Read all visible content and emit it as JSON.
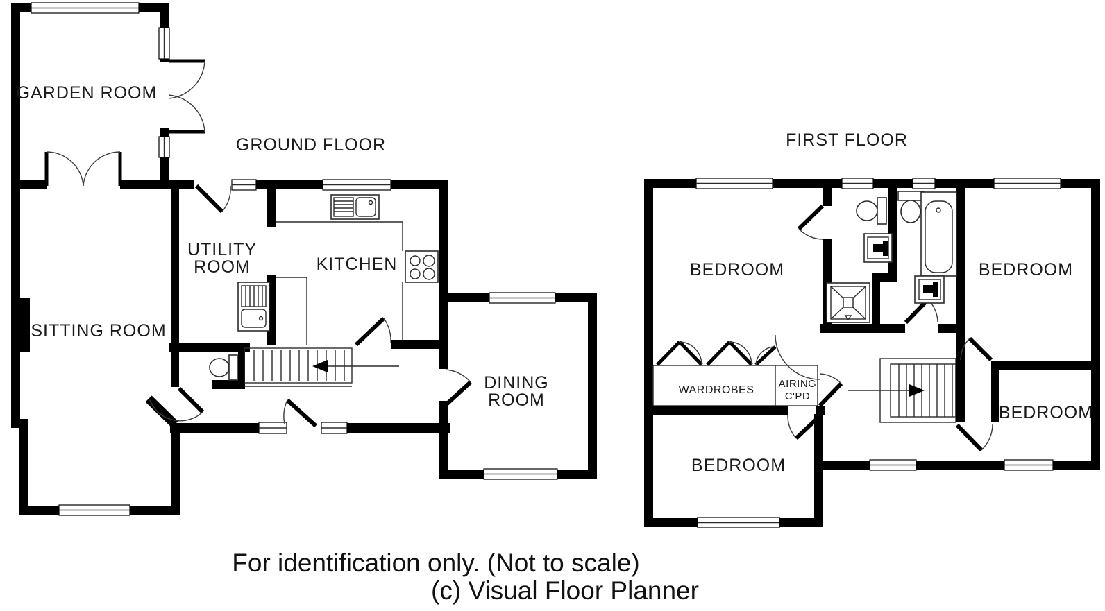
{
  "page_title": "Floor Plan",
  "colors": {
    "wall": "#000000",
    "thin_line": "#2b2b2b",
    "text": "#1a1a1a",
    "background": "#ffffff"
  },
  "ground_floor": {
    "title": "GROUND FLOOR",
    "rooms": {
      "garden_room": "GARDEN ROOM",
      "sitting_room": "SITTING ROOM",
      "utility_room": {
        "line1": "UTILITY",
        "line2": "ROOM"
      },
      "kitchen": "KITCHEN",
      "dining_room": {
        "line1": "DINING",
        "line2": "ROOM"
      }
    },
    "fixtures": [
      "kitchen-sink-icon",
      "hob-icon",
      "utility-sink-icon",
      "toilet-icon",
      "stairs",
      "stairs-direction-arrow",
      "french-doors",
      "double-doors"
    ]
  },
  "first_floor": {
    "title": "FIRST FLOOR",
    "rooms": {
      "bedroom_1": "BEDROOM",
      "bedroom_2": "BEDROOM",
      "bedroom_3": "BEDROOM",
      "bedroom_4": "BEDROOM",
      "wardrobes": "WARDROBES",
      "airing_cupboard": {
        "line1": "AIRING",
        "line2": "C'PD"
      }
    },
    "fixtures": [
      "shower-icon",
      "toilet-icon",
      "basin-icon",
      "bath-icon",
      "stairs",
      "stairs-direction-arrow",
      "bifold-doors"
    ]
  },
  "caption": {
    "line1": "For identification only. (Not to scale)",
    "line2": "(c) Visual Floor Planner"
  }
}
